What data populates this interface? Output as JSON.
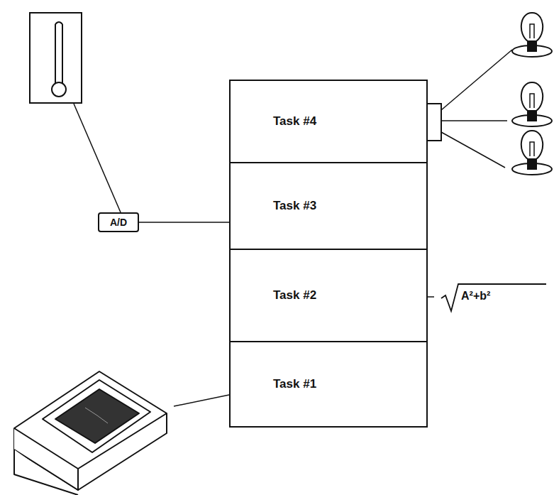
{
  "diagram": {
    "nodes": [
      {
        "text": [
          "Task #4"
        ]
      },
      {
        "text": [
          "Task #3"
        ]
      },
      {
        "text": [
          "Task #2"
        ]
      },
      {
        "text": [
          "Task #1"
        ]
      },
      {
        "text": [
          "A/D"
        ]
      }
    ],
    "edges": [
      {
        "from": 4,
        "to": 1,
        "arrow": "none"
      }
    ],
    "labels": [
      "A²+b²"
    ]
  }
}
